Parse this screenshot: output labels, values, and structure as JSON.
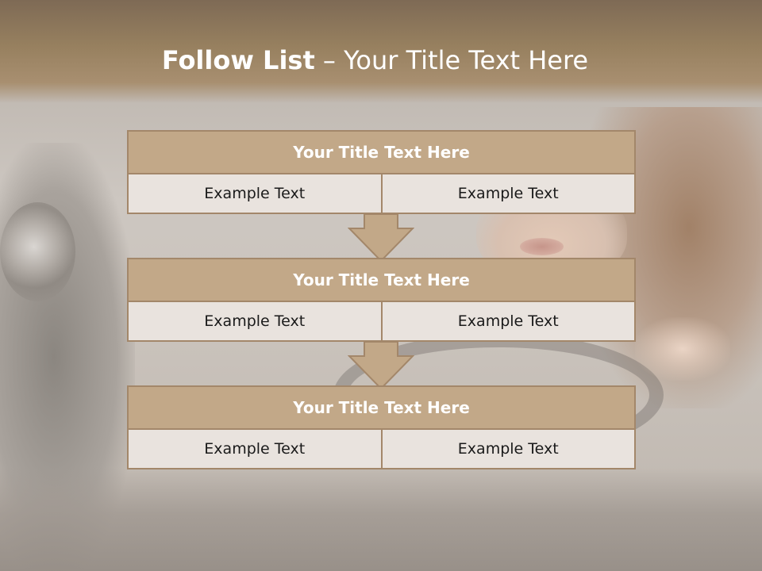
{
  "slide": {
    "title_strong": "Follow List",
    "title_rest": " – Your Title Text Here"
  },
  "steps": [
    {
      "title": "Your Title Text Here",
      "cells": [
        "Example Text",
        "Example Text"
      ]
    },
    {
      "title": "Your Title Text Here",
      "cells": [
        "Example Text",
        "Example Text"
      ]
    },
    {
      "title": "Your Title Text Here",
      "cells": [
        "Example Text",
        "Example Text"
      ]
    }
  ],
  "colors": {
    "header": "#97805f",
    "box_title": "#c2a888",
    "box_border": "#a3876a",
    "cell_fill": "#e9e3de",
    "arrow_fill": "#c2a888"
  }
}
